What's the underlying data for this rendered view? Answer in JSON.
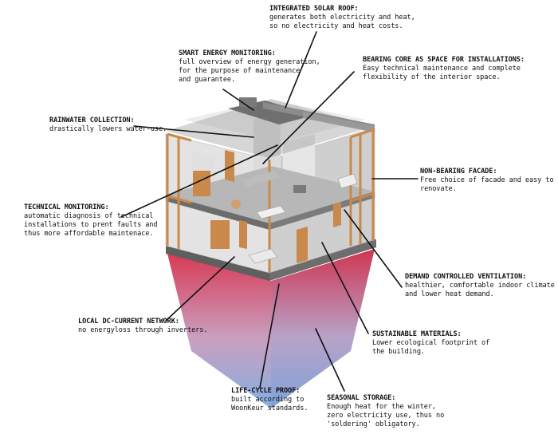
{
  "labels": [
    {
      "id": "solar",
      "title": "INTEGRATED SOLAR ROOF:",
      "text": "generates both electricity and heat,\nso no electricity and heat costs."
    },
    {
      "id": "monitor",
      "title": "SMART ENERGY MONITORING:",
      "text": "full overview of energy generation,\nfor the purpose of maintenance\nand guarantee."
    },
    {
      "id": "core",
      "title": "BEARING CORE AS SPACE FOR INSTALLATIONS:",
      "text": "Easy technical maintenance and complete\nflexibility of the interior space."
    },
    {
      "id": "rain",
      "title": "RAINWATER COLLECTION:",
      "text": "drastically lowers water-use."
    },
    {
      "id": "facade",
      "title": "NON-BEARING FACADE:",
      "text": "Free choice of facade and easy to renovate."
    },
    {
      "id": "tech",
      "title": "TECHNICAL MONITORING:",
      "text": "automatic diagnosis of technical\ninstallations to prent faults and\nthus more affordable maintenace."
    },
    {
      "id": "vent",
      "title": "DEMAND CONTROLLED VENTILATION:",
      "text": "healthier, comfortable indoor climate\nand lower heat demand."
    },
    {
      "id": "dc",
      "title": "LOCAL DC-CURRENT NETWORK:",
      "text": "no energyloss through inverters."
    },
    {
      "id": "materials",
      "title": "SUSTAINABLE MATERIALS:",
      "text": "Lower ecological footprint of\nthe building."
    },
    {
      "id": "lifecycle",
      "title": "LIFE-CYCLE PROOF:",
      "text": "built according to\nWoonKeur standards."
    },
    {
      "id": "storage",
      "title": "SEASONAL STORAGE:",
      "text": "Enough heat for the winter,\nzero electricity use, thus no\n'soldering' obligatory."
    }
  ],
  "colors": {
    "storage_top": "#d83a55",
    "storage_bottom": "#7fa6dc",
    "wood": "#c9894a",
    "wall": "#d9d9d9",
    "floor": "#9a9a9a",
    "roof": "#7d7d7d"
  }
}
